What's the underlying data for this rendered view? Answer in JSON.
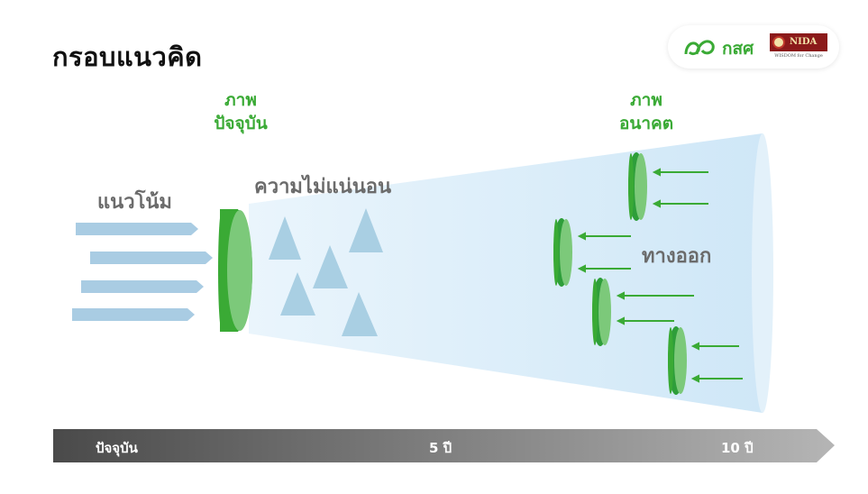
{
  "title": "กรอบแนวคิด",
  "logos": {
    "kasasat_text": "กสศ",
    "nida_text": "NIDA",
    "nida_tagline": "WISDOM for Change"
  },
  "labels": {
    "present_line1": "ภาพ",
    "present_line2": "ปัจจุบัน",
    "future_line1": "ภาพ",
    "future_line2": "อนาคต",
    "trends": "แนวโน้ม",
    "uncertainty": "ความไม่แน่นอน",
    "exits": "ทางออก"
  },
  "timeline": {
    "start": "ปัจจุบัน",
    "mid": "5 ปี",
    "end": "10 ปี"
  },
  "colors": {
    "green": "#3aaa35",
    "cone": "#dbeefa",
    "arrow_blue": "#a9cce3",
    "triangle": "#a9cfe3",
    "timeline": "#8e8e8e"
  }
}
